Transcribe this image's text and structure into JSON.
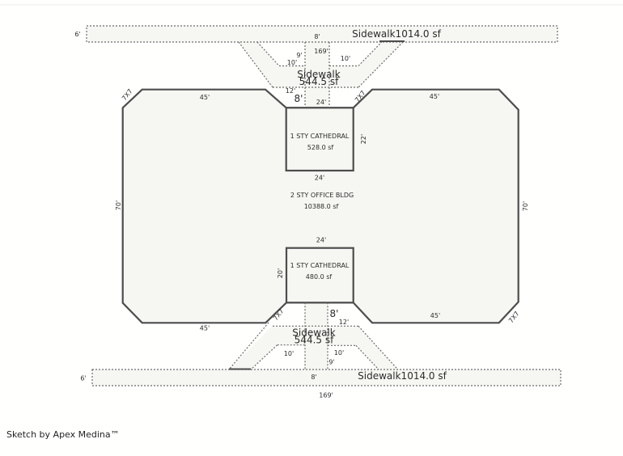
{
  "page": {
    "credit": "Sketch by Apex Medina™"
  },
  "areas": {
    "office": {
      "name": "2 STY OFFICE BLDG",
      "area": "10388.0 sf"
    },
    "cathedral_top": {
      "name": "1 STY CATHEDRAL",
      "area": "528.0 sf"
    },
    "cathedral_bottom": {
      "name": "1 STY CATHEDRAL",
      "area": "480.0 sf"
    },
    "sidewalk_top": {
      "label": "Sidewalk1014.0 sf"
    },
    "sidewalk_bottom": {
      "label": "Sidewalk1014.0 sf"
    },
    "connector_top": {
      "name": "Sidewalk",
      "area": "544.5 sf"
    },
    "connector_bottom": {
      "name": "Sidewalk",
      "area": "544.5 sf"
    }
  },
  "dims": {
    "d6": "6'",
    "d8": "8'",
    "d9": "9'",
    "d10": "10'",
    "d12": "12'",
    "d20": "20'",
    "d22": "22'",
    "d24": "24'",
    "d45": "45'",
    "d70": "70'",
    "d169": "169'",
    "corner": "7X7"
  },
  "colors": {
    "solid_line": "#4d4d4d",
    "dashed_line": "#6b6b6b",
    "shape_fill": "#f6f6f2",
    "text": "#2b2b2b"
  }
}
